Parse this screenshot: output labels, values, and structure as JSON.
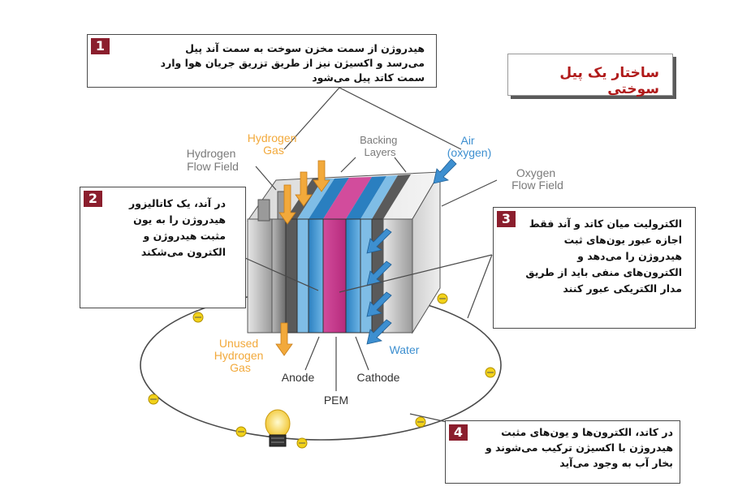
{
  "title": "ساختار یک پیل سوختی",
  "callouts": [
    {
      "number": "1",
      "text": "هیدروژن از سمت مخزن سوخت به سمت آند پیل می‌رسد و اکسیژن نیز از طریق تزریق جریان هوا وارد سمت کاتد پیل می‌شود"
    },
    {
      "number": "2",
      "text": "در آند، یک کاتالیزور هیدروژن را به یون مثبت هیدروژن و الکترون می‌شکند"
    },
    {
      "number": "3",
      "text": "الکترولیت میان کاتد و آند فقط اجازه عبور یون‌های ثبت هیدروژن را می‌دهد و الکترون‌های منفی باید از طریق مدار الکتریکی عبور کنند"
    },
    {
      "number": "4",
      "text": "در کاتد، الکترون‌ها و یون‌های مثبت هیدروژن با اکسیژن ترکیب می‌شوند و بخار آب به وجود می‌آید"
    }
  ],
  "labels": {
    "hydrogen_gas": [
      "Hydrogen",
      "Gas"
    ],
    "hydrogen_flow_field": [
      "Hydrogen",
      "Flow Field"
    ],
    "backing_layers": [
      "Backing",
      "Layers"
    ],
    "air": [
      "Air",
      "(oxygen)"
    ],
    "oxygen_flow_field": [
      "Oxygen",
      "Flow Field"
    ],
    "unused_hydrogen": [
      "Unused",
      "Hydrogen",
      "Gas"
    ],
    "anode": "Anode",
    "pem": "PEM",
    "cathode": "Cathode",
    "water": "Water"
  },
  "colors": {
    "hydrogen": "#f2a93b",
    "air": "#3d8fd0",
    "pem": "#c8388c",
    "electron": "#f2d21a",
    "callout_number_bg": "#8b1e2d",
    "title_text": "#b01a1a"
  },
  "icons": [
    "light-bulb-icon",
    "electron-icon",
    "hydrogen-arrow-icon",
    "air-arrow-icon",
    "water-arrow-icon"
  ]
}
